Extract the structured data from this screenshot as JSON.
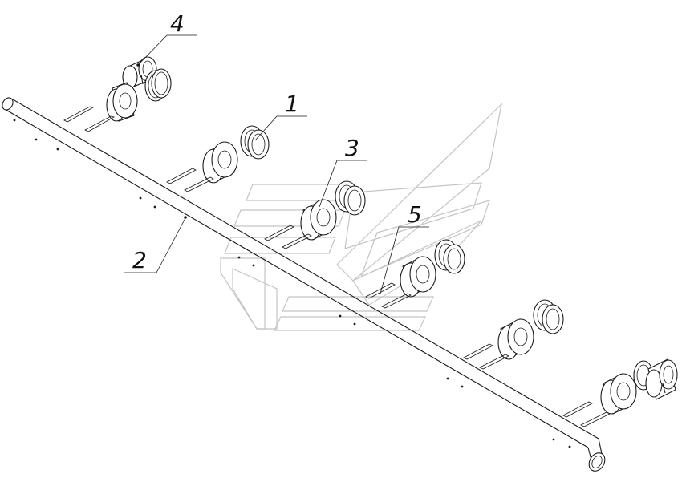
{
  "callouts": [
    {
      "id": "1",
      "label": "1"
    },
    {
      "id": "2",
      "label": "2"
    },
    {
      "id": "3",
      "label": "3"
    },
    {
      "id": "4",
      "label": "4"
    },
    {
      "id": "5",
      "label": "5"
    }
  ],
  "icons": {
    "watermark": "company-logo-watermark"
  }
}
